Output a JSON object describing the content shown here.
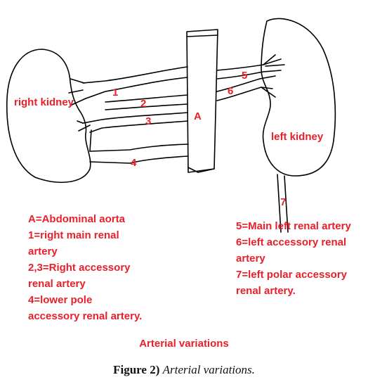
{
  "labels": {
    "right_kidney": "right kidney",
    "left_kidney": "left kidney",
    "aorta": "A",
    "n1": "1",
    "n2": "2",
    "n3": "3",
    "n4": "4",
    "n5": "5",
    "n6": "6",
    "n7": "7"
  },
  "key_left": [
    "A=Abdominal aorta",
    "1=right main renal",
    "artery",
    "2,3=Right accessory",
    "renal artery",
    "4=lower pole",
    "accessory renal artery."
  ],
  "key_right": [
    "5=Main left renal artery",
    "6=left accessory renal",
    "artery",
    "7=left polar accessory",
    "renal artery."
  ],
  "diagram_caption": "Arterial variations",
  "figure_caption": {
    "prefix": "Figure 2)",
    "text": "Arterial variations."
  },
  "colors": {
    "label": "#e8202a",
    "line": "#000000"
  }
}
